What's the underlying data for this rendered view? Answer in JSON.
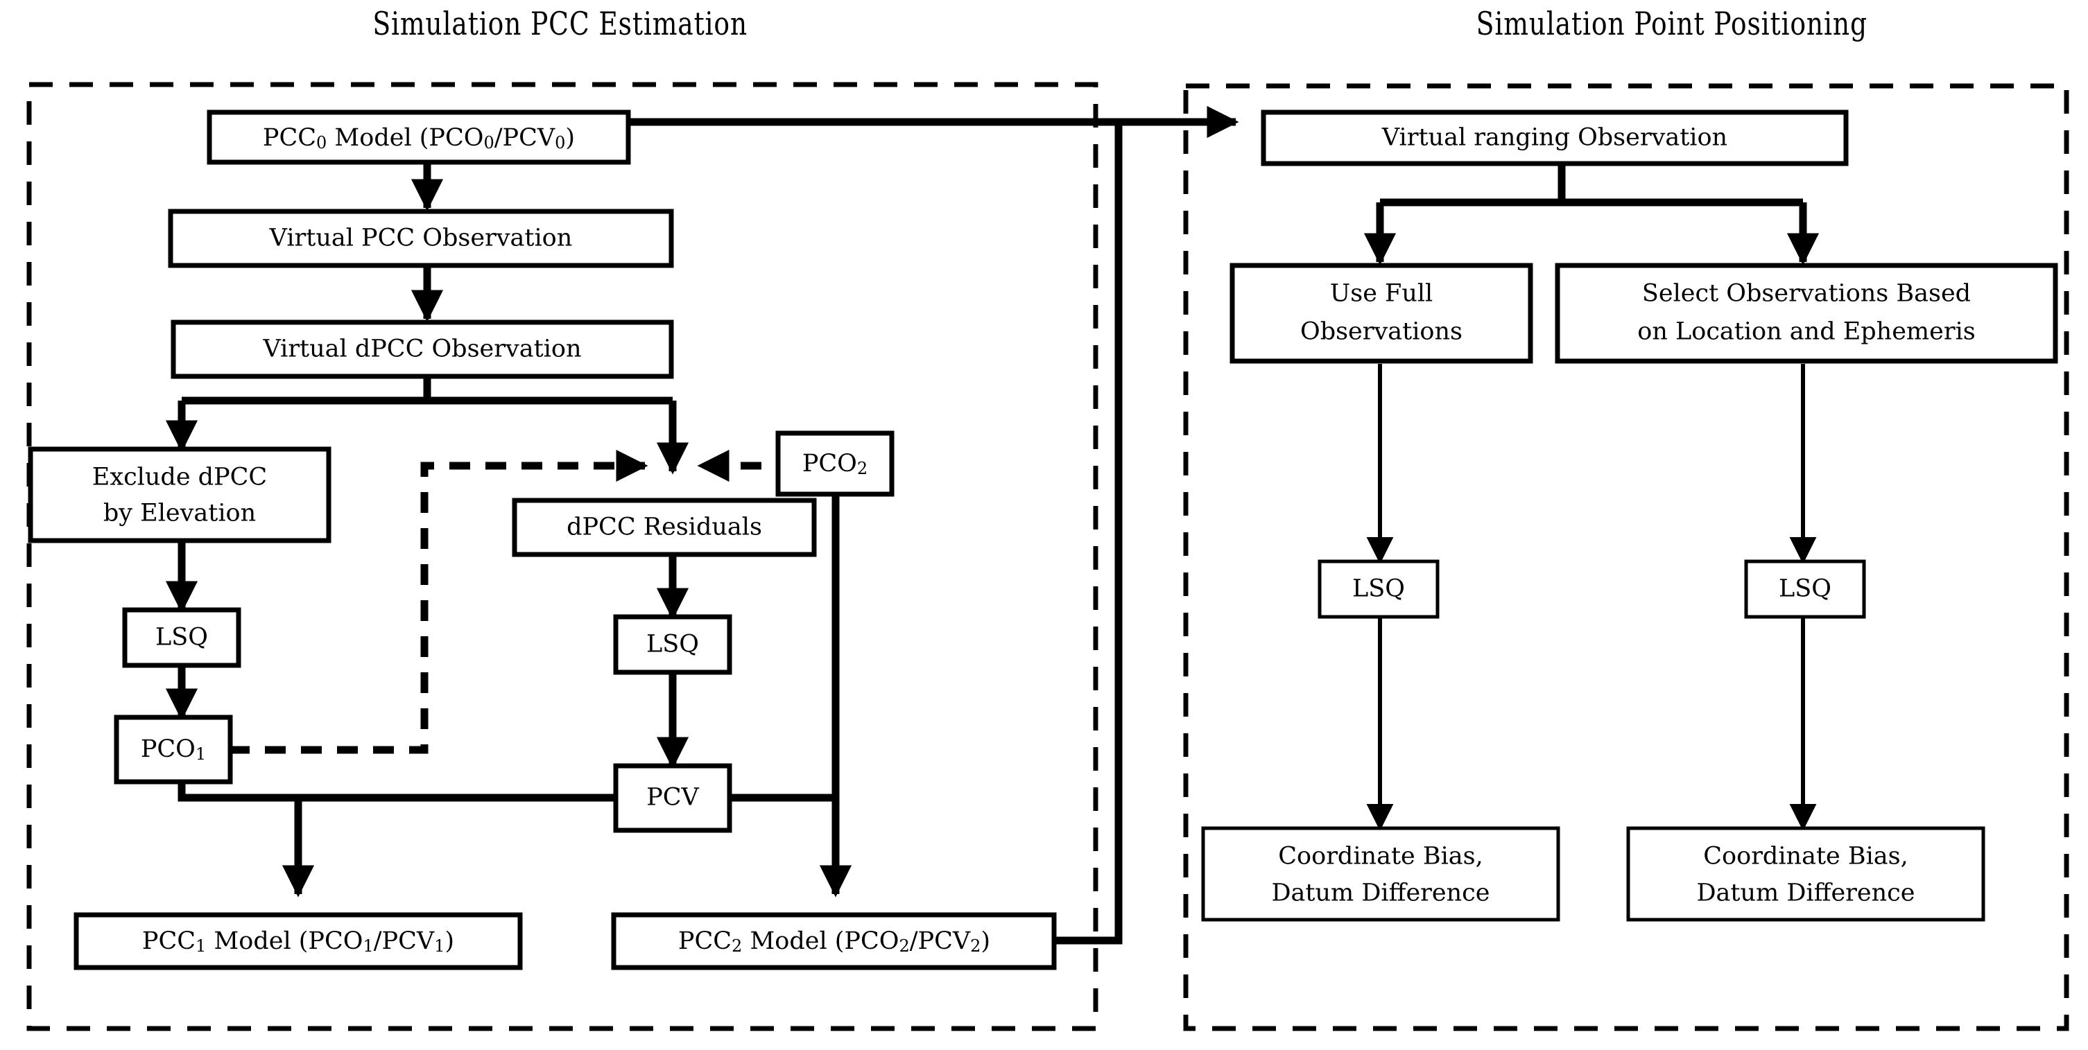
{
  "panels": [
    {
      "id": "left",
      "title": "Simulation PCC Estimation"
    },
    {
      "id": "right",
      "title": "Simulation Point Positioning"
    }
  ],
  "left_panel": {
    "nodes": {
      "pcc0_model": {
        "label": "PCC0 Model (PCO0/PCV0)",
        "parts": [
          "PCC",
          "0",
          " Model  (PCO",
          "0",
          "/PCV",
          "0",
          ")"
        ]
      },
      "virtual_pcc_obs": {
        "label": "Virtual PCC Observation"
      },
      "virtual_dpcc_obs": {
        "label": "Virtual dPCC Observation"
      },
      "exclude_dpcc": {
        "line1": "Exclude dPCC",
        "line2": "by Elevation"
      },
      "lsq_left": {
        "label": "LSQ"
      },
      "pco1": {
        "label": "PCO1"
      },
      "dpcc_residuals": {
        "label": "dPCC Residuals"
      },
      "lsq_mid": {
        "label": "LSQ"
      },
      "pcv": {
        "label": "PCV"
      },
      "pco2": {
        "label": "PCO2"
      },
      "pcc1_model": {
        "label": "PCC1 Model (PCO1/PCV1)"
      },
      "pcc2_model": {
        "label": "PCC2 Model (PCO2/PCV2)"
      }
    }
  },
  "right_panel": {
    "nodes": {
      "virtual_ranging_obs": {
        "label": "Virtual ranging Observation"
      },
      "use_full_obs": {
        "line1": "Use Full",
        "line2": "Observations"
      },
      "select_obs": {
        "line1": "Select Observations Based",
        "line2": "on Location and Ephemeris"
      },
      "lsq_a": {
        "label": "LSQ"
      },
      "lsq_b": {
        "label": "LSQ"
      },
      "result_a": {
        "line1": "Coordinate Bias,",
        "line2": "Datum Difference"
      },
      "result_b": {
        "line1": "Coordinate Bias,",
        "line2": "Datum Difference"
      }
    }
  },
  "colors": {
    "stroke": "#000000",
    "fill": "#ffffff",
    "background": "#ffffff"
  }
}
